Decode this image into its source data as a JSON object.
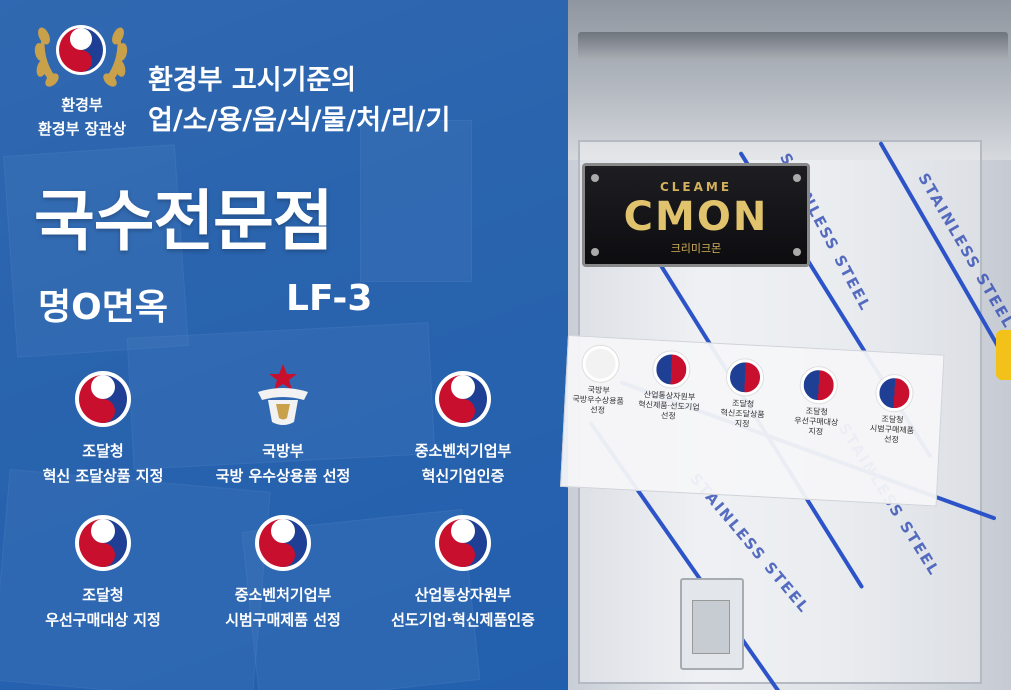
{
  "award": {
    "line1": "환경부",
    "line2": "환경부 장관상"
  },
  "notice": {
    "line1": "환경부 고시기준의",
    "line2": "업/소/용/음/식/물/처/리/기"
  },
  "headline": "국수전문점",
  "product": {
    "name": "명O면옥",
    "model": "LF-3"
  },
  "certifications": [
    {
      "org": "조달청",
      "desc": "혁신 조달상품 지정",
      "icon": "taegeuk-emblem-icon"
    },
    {
      "org": "국방부",
      "desc": "국방 우수상용품 선정",
      "icon": "defense-emblem-icon"
    },
    {
      "org": "중소벤처기업부",
      "desc": "혁신기업인증",
      "icon": "taegeuk-emblem-icon"
    },
    {
      "org": "조달청",
      "desc": "우선구매대상 지정",
      "icon": "taegeuk-emblem-icon"
    },
    {
      "org": "중소벤처기업부",
      "desc": "시범구매제품 선정",
      "icon": "taegeuk-emblem-icon"
    },
    {
      "org": "산업통상자원부",
      "desc": "선도기업·혁신제품인증",
      "icon": "taegeuk-emblem-icon"
    }
  ],
  "machine": {
    "brand_small": "CLEAME",
    "brand": "CMON",
    "brand_kr": "크리미크몬",
    "panel_text": "STAINLESS STEEL",
    "sticker_items": [
      {
        "lines": [
          "국방부",
          "국방우수상용품",
          "선정"
        ]
      },
      {
        "lines": [
          "산업통상자원부",
          "혁신제품·선도기업",
          "선정"
        ]
      },
      {
        "lines": [
          "조달청",
          "혁신조달상품",
          "지정"
        ]
      },
      {
        "lines": [
          "조달청",
          "우선구매대상",
          "지정"
        ]
      },
      {
        "lines": [
          "조달청",
          "시범구매제품",
          "선정"
        ]
      }
    ]
  },
  "colors": {
    "overlay_blue": "#1b5cb0",
    "taegeuk_red": "#c8102e",
    "taegeuk_blue": "#1f3f94",
    "gold": "#c9a14a",
    "stripe_blue": "#2d53c8"
  }
}
